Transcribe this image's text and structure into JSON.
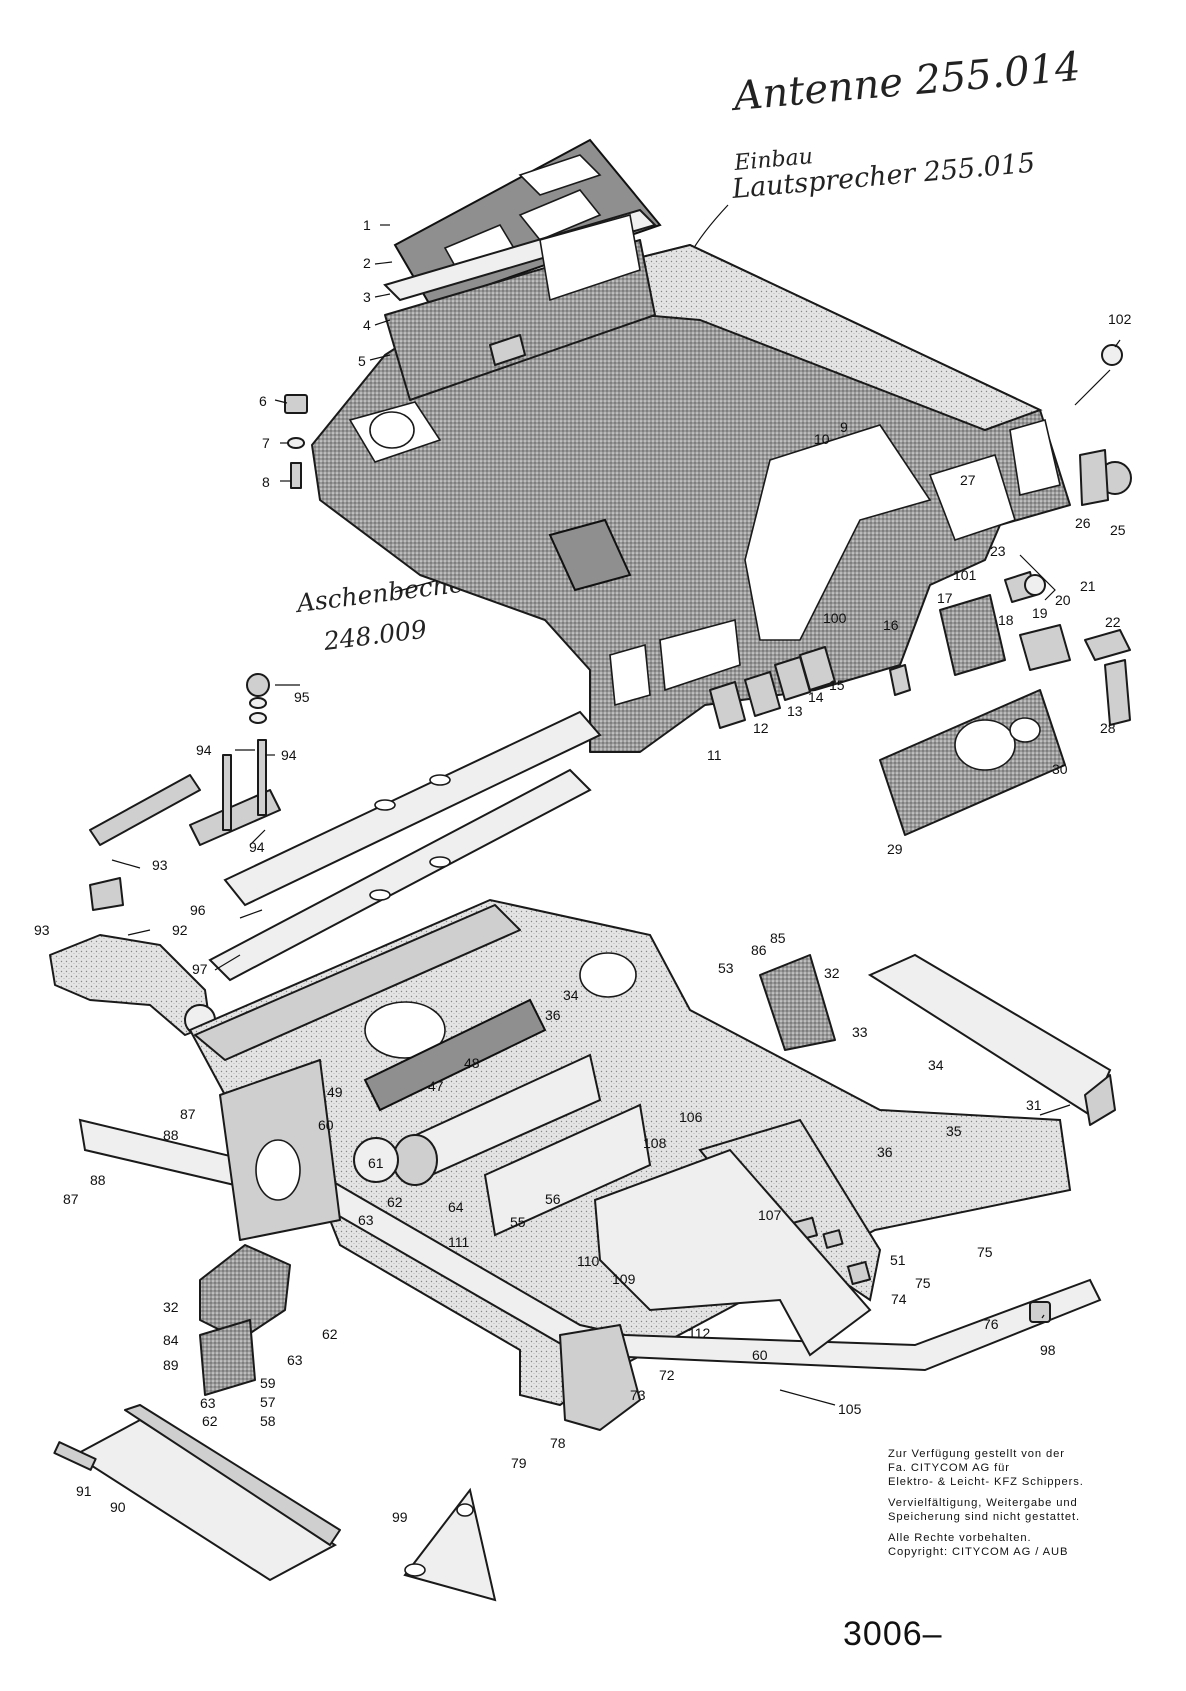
{
  "annotations": {
    "antenna": "Antenne 255.014",
    "speaker_line1": "Einbau",
    "speaker_line2": "Lautsprecher 255.015",
    "ashtray_line1": "Aschenbecher",
    "ashtray_line2": "248.009"
  },
  "part_labels": [
    "1",
    "2",
    "3",
    "4",
    "5",
    "6",
    "7",
    "8",
    "9",
    "10",
    "11",
    "12",
    "13",
    "14",
    "15",
    "16",
    "17",
    "18",
    "19",
    "20",
    "21",
    "22",
    "23",
    "25",
    "26",
    "27",
    "28",
    "29",
    "30",
    "31",
    "32",
    "33",
    "34",
    "35",
    "36",
    "47",
    "48",
    "49",
    "51",
    "53",
    "55",
    "56",
    "57",
    "58",
    "59",
    "60",
    "61",
    "62",
    "63",
    "64",
    "72",
    "73",
    "74",
    "75",
    "76",
    "78",
    "79",
    "84",
    "85",
    "86",
    "87",
    "88",
    "89",
    "90",
    "91",
    "92",
    "93",
    "94",
    "95",
    "96",
    "97",
    "98",
    "99",
    "100",
    "101",
    "102",
    "105",
    "106",
    "107",
    "108",
    "109",
    "110",
    "111",
    "112"
  ],
  "notice": {
    "line1": "Zur Verfügung gestellt von der",
    "line2": "Fa. CITYCOM AG für",
    "line3": "Elektro- & Leicht- KFZ Schippers.",
    "line4": "Vervielfältigung, Weitergabe und",
    "line5": "Speicherung sind nicht gestattet.",
    "line6": "Alle Rechte vorbehalten.",
    "line7": "Copyright: CITYCOM AG / AUB"
  },
  "page_number": "3006–"
}
